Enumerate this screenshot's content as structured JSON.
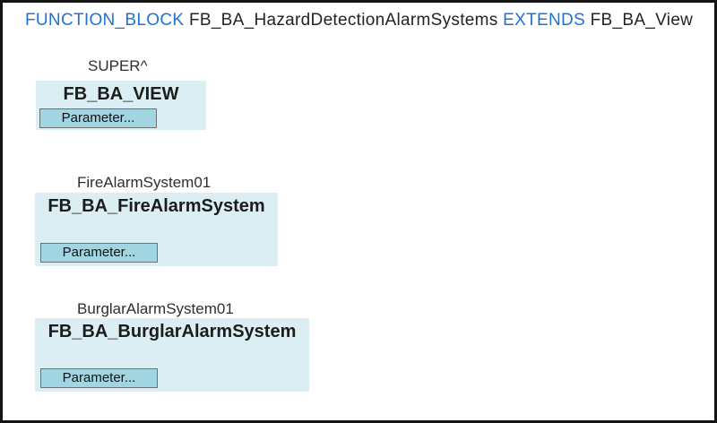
{
  "declaration": {
    "keyword_function_block": "FUNCTION_BLOCK",
    "block_name": "FB_BA_HazardDetectionAlarmSystems",
    "keyword_extends": "EXTENDS",
    "parent_name": "FB_BA_View"
  },
  "blocks": [
    {
      "instance_label": "SUPER^",
      "type_name": "FB_BA_VIEW",
      "button_label": "Parameter..."
    },
    {
      "instance_label": "FireAlarmSystem01",
      "type_name": "FB_BA_FireAlarmSystem",
      "button_label": "Parameter..."
    },
    {
      "instance_label": "BurglarAlarmSystem01",
      "type_name": "FB_BA_BurglarAlarmSystem",
      "button_label": "Parameter..."
    }
  ],
  "colors": {
    "keyword_blue": "#2173d2",
    "box_fill": "#daeef3",
    "button_fill": "#a2d5e2",
    "button_border": "#6f6f6f",
    "text_dark": "#232323",
    "frame_border": "#141414"
  }
}
